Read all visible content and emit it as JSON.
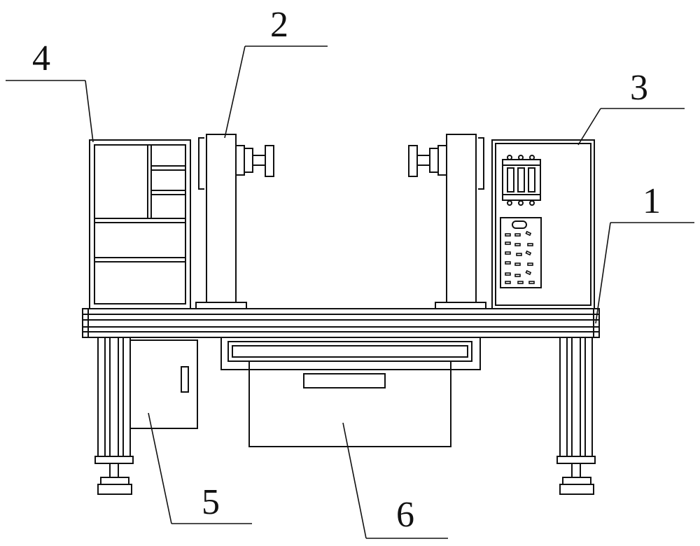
{
  "labels": {
    "table": "1",
    "fixture": "2",
    "control_box": "3",
    "cabinet": "4",
    "side_box": "5",
    "drawer": "6"
  },
  "colors": {
    "stroke": "#111111",
    "background": "#ffffff"
  }
}
